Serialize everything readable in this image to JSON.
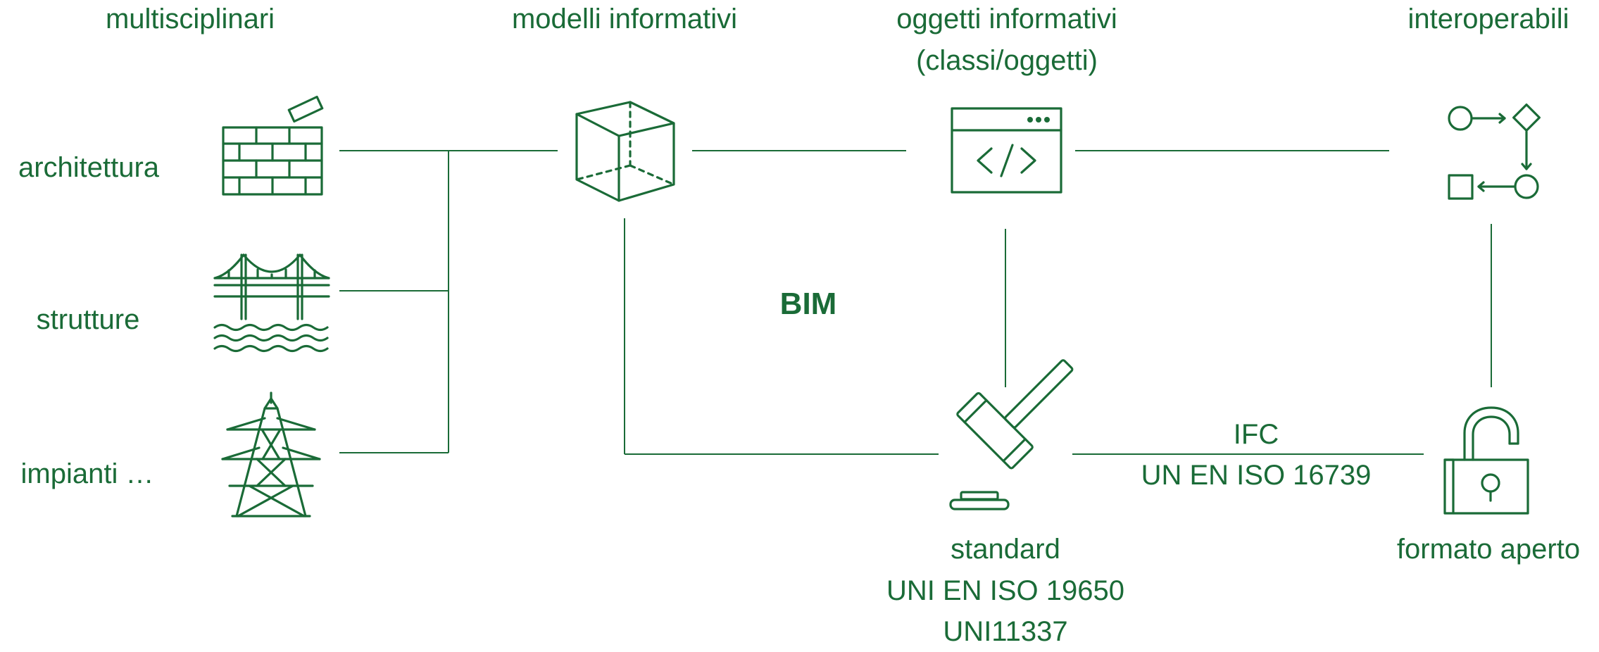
{
  "colors": {
    "accent": "#1a6b37",
    "background": "#ffffff"
  },
  "headers": {
    "multidisciplinary": "multisciplinari",
    "models": "modelli informativi",
    "objects_line1": "oggetti informativi",
    "objects_line2": "(classi/oggetti)",
    "interoperable": "interoperabili"
  },
  "disciplines": {
    "architecture": "architettura",
    "structures": "strutture",
    "systems": "impianti …"
  },
  "center_label": "BIM",
  "standard": {
    "line1": "standard",
    "line2": "UNI EN ISO 19650",
    "line3": "UNI11337"
  },
  "connection": {
    "line1": "IFC",
    "line2": "UN EN ISO 16739"
  },
  "open_format": "formato aperto",
  "icons": [
    "brick-wall-icon",
    "bridge-icon",
    "power-pylon-icon",
    "cube-icon",
    "code-window-icon",
    "workflow-icon",
    "gavel-icon",
    "open-padlock-icon"
  ]
}
